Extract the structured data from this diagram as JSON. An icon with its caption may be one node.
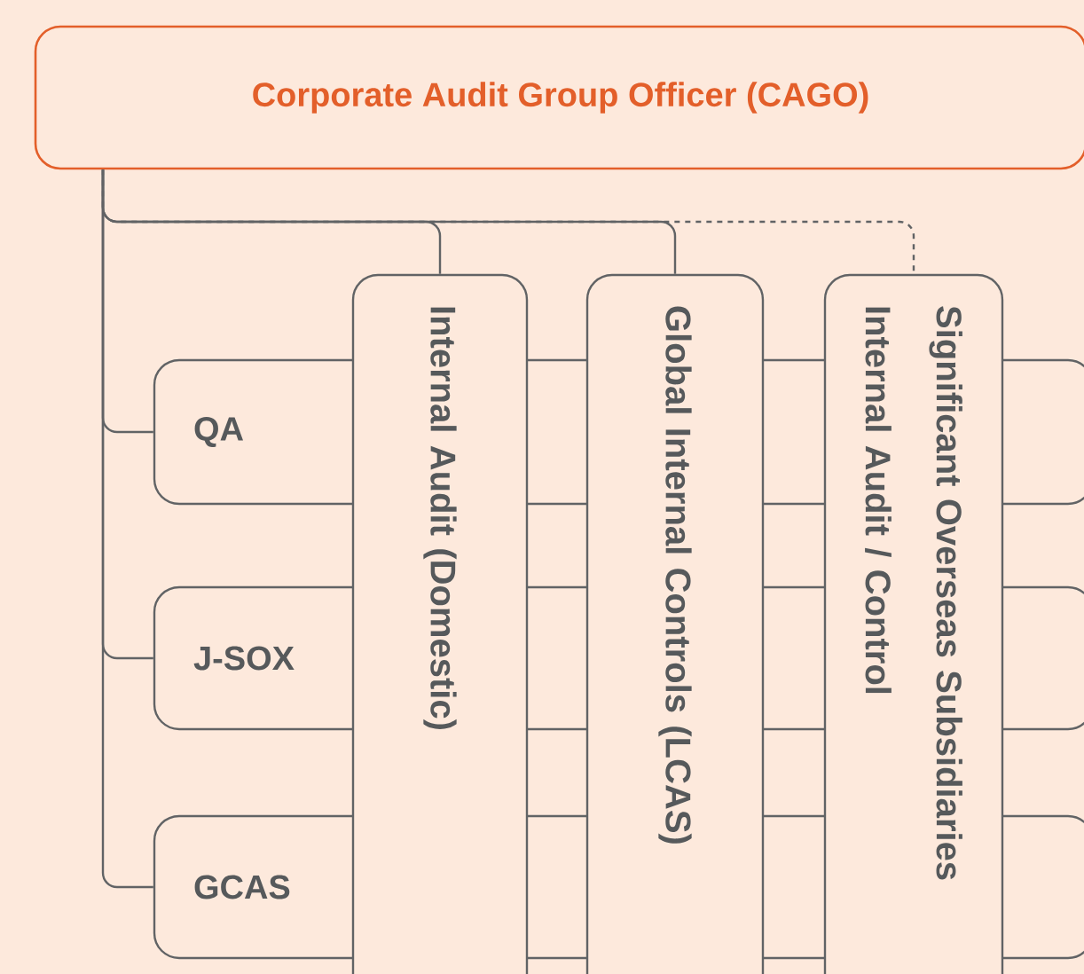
{
  "diagram": {
    "nodes": [
      {
        "text": [
          "Corporate Audit Group Officer (CAGO)"
        ]
      },
      {
        "text": [
          "QA"
        ]
      },
      {
        "text": [
          "J-SOX"
        ]
      },
      {
        "text": [
          "GCAS"
        ]
      },
      {
        "text": [
          "Internal Audit (Domestic)"
        ]
      },
      {
        "text": [
          "Global Internal Controls (LCAS)"
        ]
      },
      {
        "text": [
          "Significant Overseas Subsidiaries Internal Audit / Control"
        ]
      }
    ],
    "edges": [
      {
        "from": 0,
        "to": 1,
        "arrow": "none"
      },
      {
        "from": 0,
        "to": 2,
        "arrow": "none"
      },
      {
        "from": 0,
        "to": 3,
        "arrow": "none"
      },
      {
        "from": 0,
        "to": 4,
        "arrow": "none"
      },
      {
        "from": 0,
        "to": 5,
        "arrow": "none"
      },
      {
        "from": 0,
        "to": 6,
        "arrow": "none",
        "style": "dashed"
      }
    ]
  }
}
